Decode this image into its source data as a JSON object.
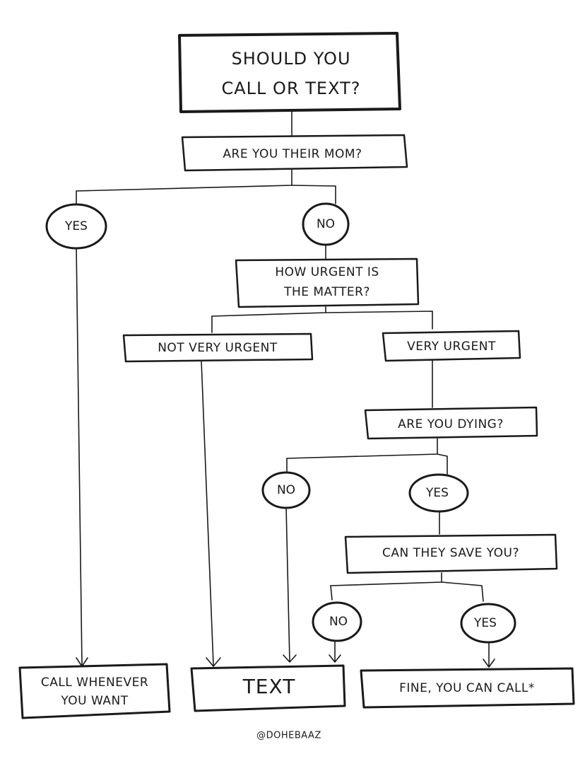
{
  "title": {
    "line1": "SHOULD YOU",
    "line2": "CALL OR TEXT?"
  },
  "questions": {
    "mom": "ARE YOU THEIR MOM?",
    "urgent_line1": "HOW URGENT IS",
    "urgent_line2": "THE MATTER?",
    "dying": "ARE YOU DYING?",
    "save": "CAN THEY SAVE YOU?"
  },
  "answers": {
    "mom_yes": "YES",
    "mom_no": "NO",
    "not_very_urgent": "NOT VERY URGENT",
    "very_urgent": "VERY URGENT",
    "dying_no": "NO",
    "dying_yes": "YES",
    "save_no": "NO",
    "save_yes": "YES"
  },
  "outcomes": {
    "call_line1": "CALL WHENEVER",
    "call_line2": "YOU WANT",
    "text": "TEXT",
    "fine": "FINE, YOU CAN CALL*"
  },
  "credit": "@DOHEBAAZ"
}
